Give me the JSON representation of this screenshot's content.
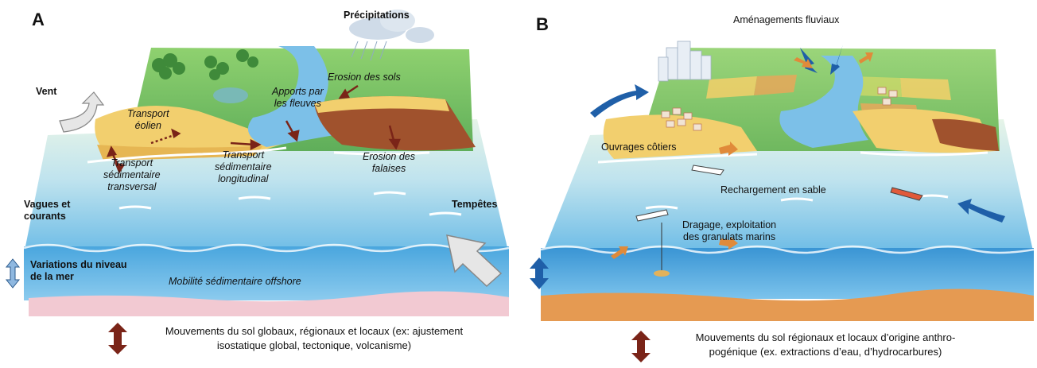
{
  "panel_a": {
    "letter": "A",
    "labels": {
      "precipitations": "Précipitations",
      "vent": "Vent",
      "erosion_sols": "Erosion des sols",
      "apports_line1": "Apports par",
      "apports_line2": "les fleuves",
      "transport_eolien_line1": "Transport",
      "transport_eolien_line2": "éolien",
      "transport_transversal_line1": "Transport",
      "transport_transversal_line2": "sédimentaire",
      "transport_transversal_line3": "transversal",
      "transport_longitudinal_line1": "Transport",
      "transport_longitudinal_line2": "sédimentaire",
      "transport_longitudinal_line3": "longitudinal",
      "erosion_falaises_line1": "Erosion des",
      "erosion_falaises_line2": "falaises",
      "vagues_line1": "Vagues et",
      "vagues_line2": "courants",
      "tempetes": "Tempêtes",
      "niveau_line1": "Variations du niveau",
      "niveau_line2": "de la mer",
      "mobilite": "Mobilité sédimentaire offshore"
    },
    "caption_line1": "Mouvements du sol globaux, régionaux et locaux (ex: ajustement",
    "caption_line2": "isostatique global, tectonique, volcanisme)"
  },
  "panel_b": {
    "letter": "B",
    "labels": {
      "amenagements": "Aménagements fluviaux",
      "ouvrages": "Ouvrages côtiers",
      "rechargement": "Rechargement en sable",
      "dragage_line1": "Dragage, exploitation",
      "dragage_line2": "des granulats marins"
    },
    "caption_line1": "Mouvements du sol régionaux et locaux d’origine anthro-",
    "caption_line2": "pogénique (ex. extractions d’eau, d’hydrocarbures)"
  },
  "colors": {
    "land_green": "#7cc46a",
    "sand": "#f2cf6e",
    "sea_light": "#cfe9ec",
    "sea_deep": "#5aaee0",
    "seabed_a": "#f2c9d2",
    "seabed_b": "#e59a52",
    "arrow_red": "#7a2418",
    "arrow_blue": "#1f5fa8",
    "arrow_orange": "#e08a3a",
    "cliff": "#a0522d"
  }
}
